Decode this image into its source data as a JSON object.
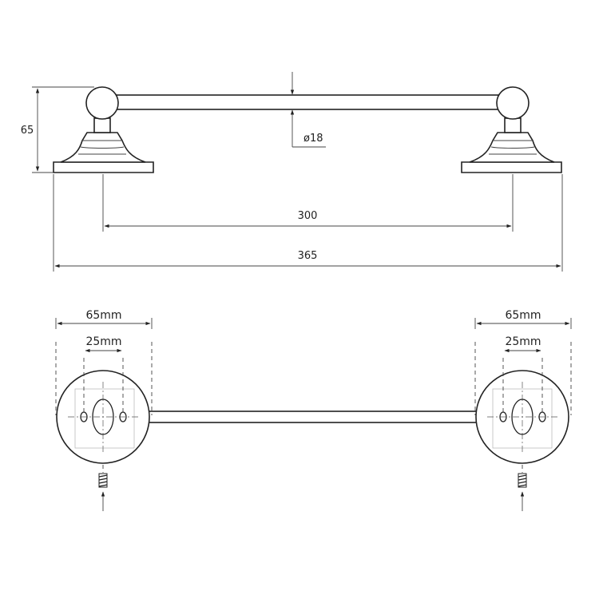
{
  "front_view": {
    "height_label": "65",
    "diameter_label": "ø18",
    "centers_label": "300",
    "overall_label": "365"
  },
  "top_view": {
    "left": {
      "outer_label": "65mm",
      "inner_label": "25mm"
    },
    "right": {
      "outer_label": "65mm",
      "inner_label": "25mm"
    }
  }
}
